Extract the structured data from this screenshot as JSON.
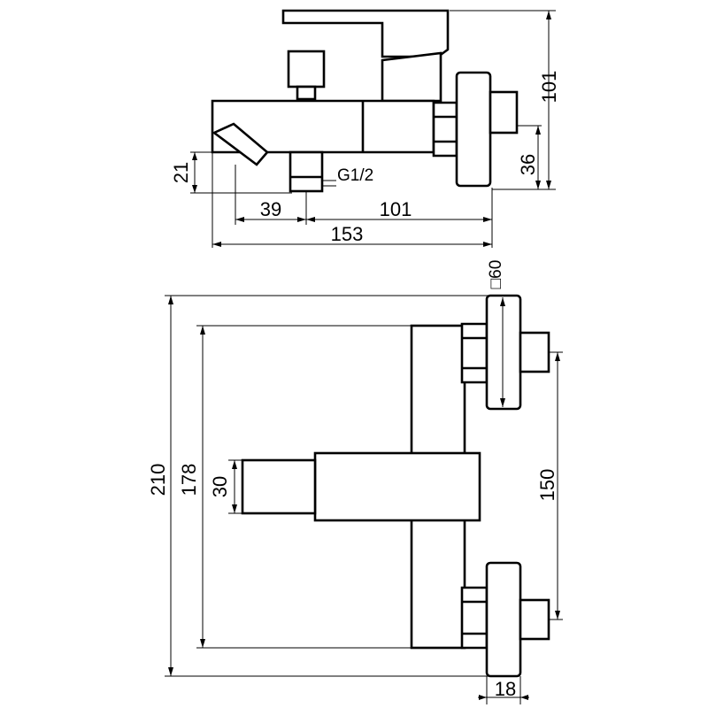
{
  "diagram": {
    "line_color": "#000000",
    "background": "#ffffff",
    "side_view": {
      "thread_label": "G1/2",
      "dim_height_total": "101",
      "dim_height_wall": "36",
      "dim_spout_height": "21",
      "dim_spout_offset": "39",
      "dim_depth_body": "101",
      "dim_depth_total": "153"
    },
    "front_view": {
      "dim_total_width": "210",
      "dim_body_width": "178",
      "dim_diverter_width": "30",
      "dim_center_distance": "150",
      "dim_flange_size": "□60",
      "dim_flange_thickness": "18"
    }
  }
}
